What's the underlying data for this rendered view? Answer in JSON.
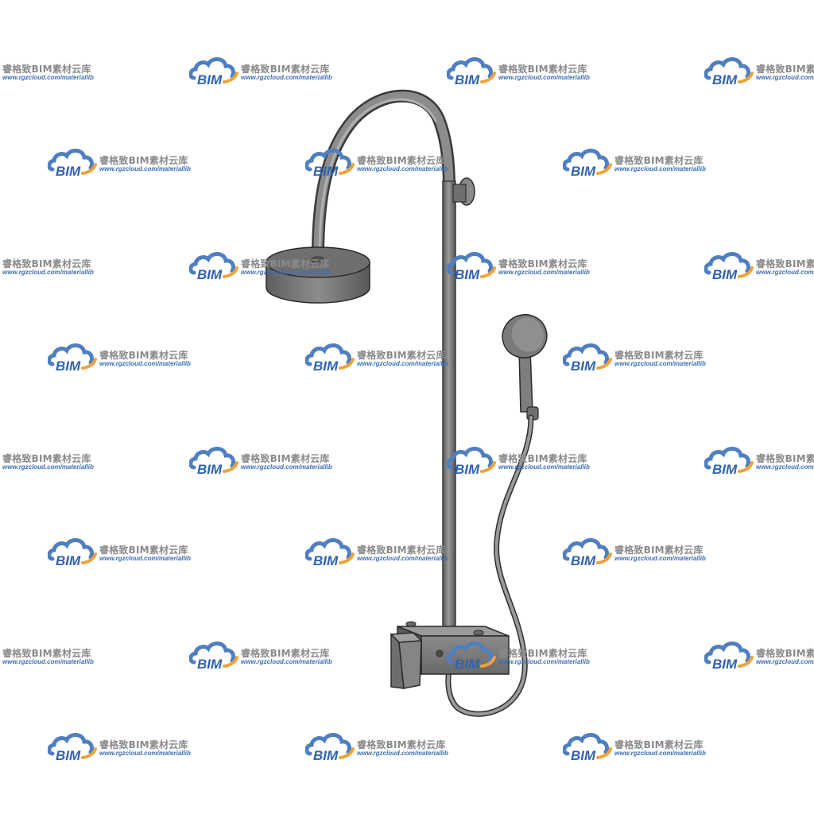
{
  "watermark": {
    "logo_text": "BIM",
    "brand": "睿格致BIM素材云库",
    "url": "www.rgzcloud.com/materiallib",
    "colors": {
      "cloud": "#4f7fc0",
      "arc": "#f0a23a",
      "logo_text": "#2f63b0",
      "brand_text": "#8a8a8a"
    }
  },
  "model": {
    "subject": "shower-set",
    "colors": {
      "metal": "#7a7a7a",
      "metal_dark": "#4a4a4a",
      "metal_light": "#b3b3b3",
      "outline": "#2a2a2a"
    }
  }
}
